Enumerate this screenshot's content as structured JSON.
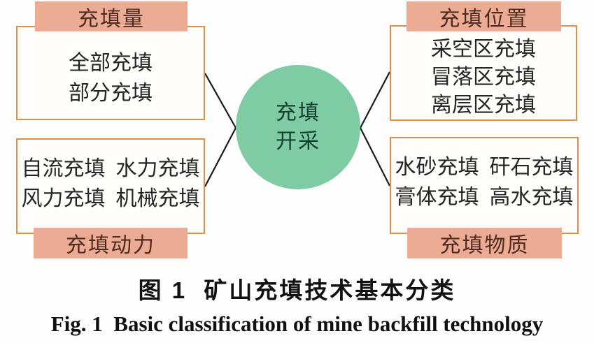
{
  "figure": {
    "center": {
      "line1": "充填",
      "line2": "开采"
    },
    "groups": {
      "amount": {
        "label": "充填量",
        "items": [
          "全部充填",
          "部分充填"
        ]
      },
      "position": {
        "label": "充填位置",
        "items": [
          "采空区充填",
          "冒落区充填",
          "离层区充填"
        ]
      },
      "power": {
        "label": "充填动力",
        "items": [
          "自流充填  水力充填",
          "风力充填  机械充填"
        ]
      },
      "material": {
        "label": "充填物质",
        "items": [
          "水砂充填  矸石充填",
          "膏体充填  高水充填"
        ]
      }
    },
    "caption_zh": "图 1  矿山充填技术基本分类",
    "caption_en": "Fig. 1  Basic classification of mine backfill technology"
  },
  "colors": {
    "banner-bg": "#ecab93",
    "banner-text": "#4e2a20",
    "box-border": "#dd8f44",
    "circle-bg": "#7ecba4",
    "circle-text": "#123f2e",
    "line-color": "#1a1a1a",
    "body-text": "#252525",
    "caption-text": "#111111"
  }
}
